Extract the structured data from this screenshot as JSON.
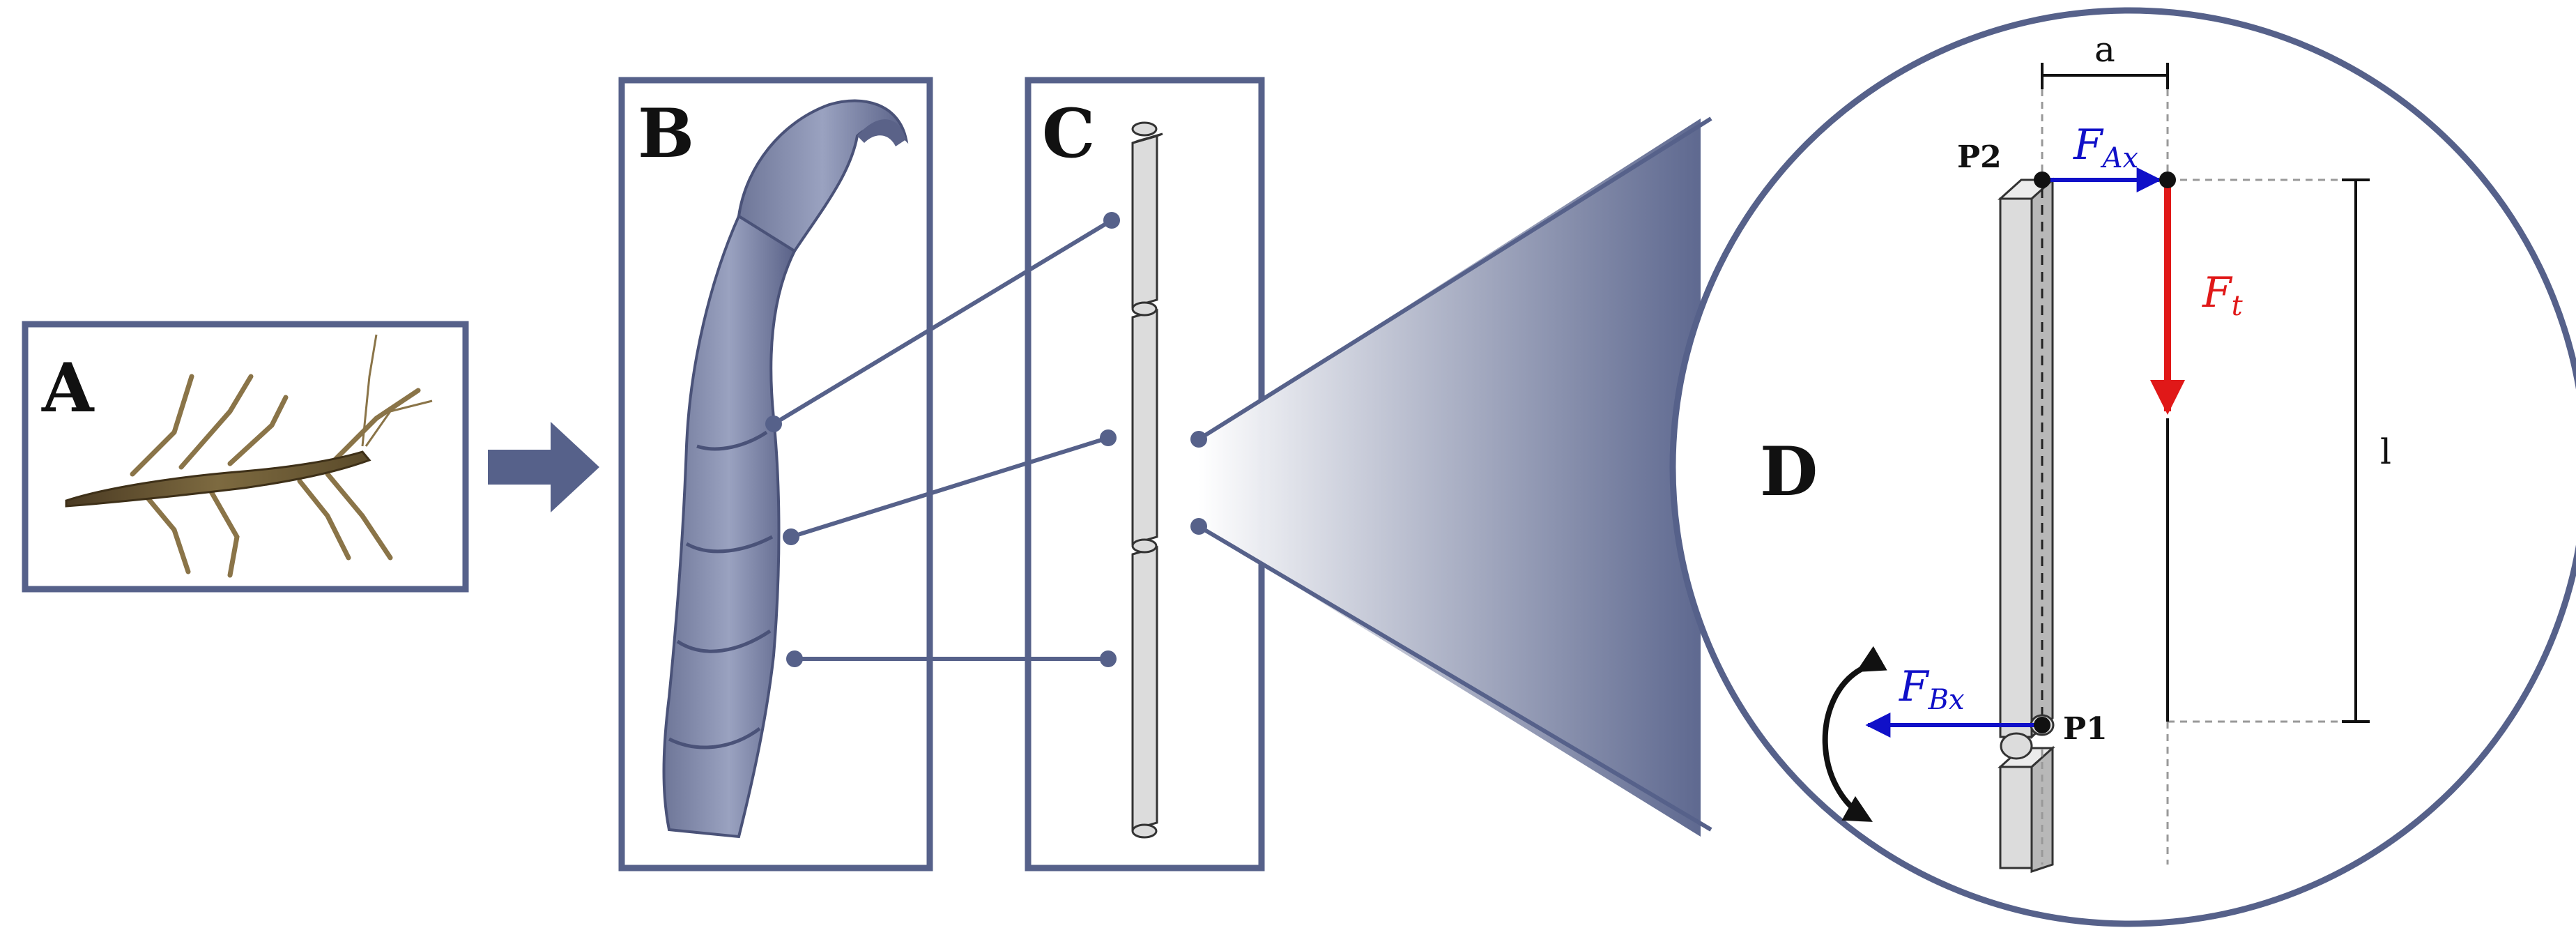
{
  "panels": {
    "a": "A",
    "b": "B",
    "c": "C",
    "d": "D"
  },
  "points": {
    "p1": "P1",
    "p2": "P2"
  },
  "dimensions": {
    "width_label": "a",
    "length_label": "l"
  },
  "forces": {
    "fax": {
      "main": "F",
      "sub": "Ax"
    },
    "fbx": {
      "main": "F",
      "sub": "Bx"
    },
    "ft": {
      "main": "F",
      "sub": "t"
    }
  },
  "colors": {
    "frame": "#56618a",
    "blue_force": "#1010c8",
    "red_force": "#e01818",
    "segment_fill": "#dcdcdc",
    "segment_stroke": "#333333"
  }
}
